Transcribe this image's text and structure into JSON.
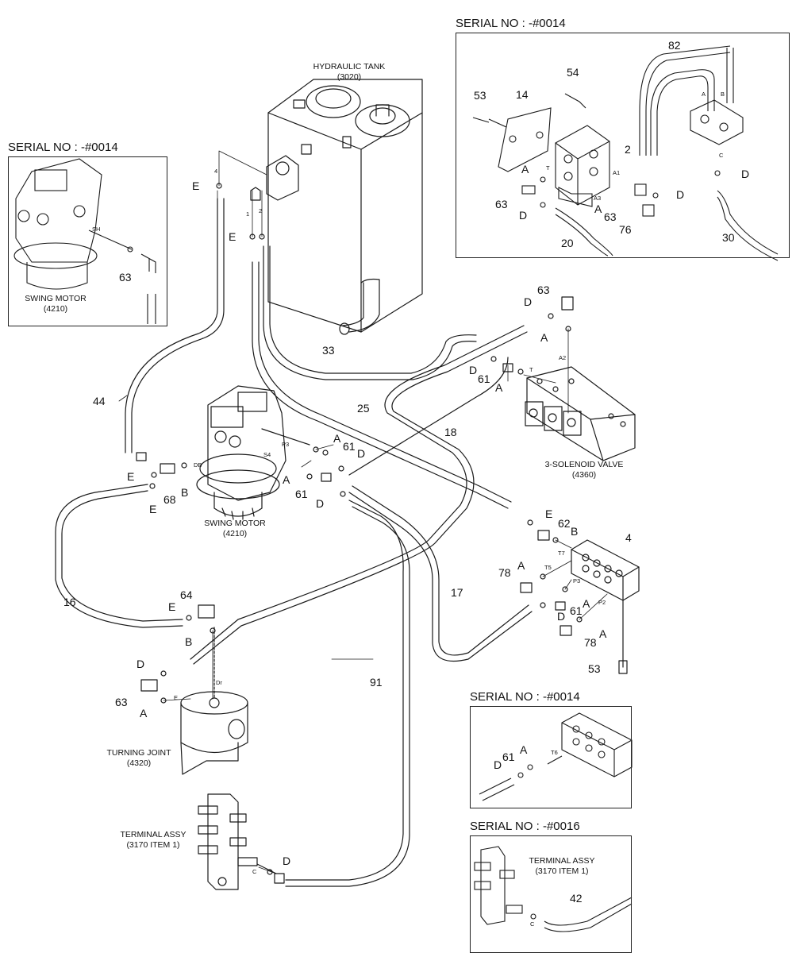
{
  "serial_labels": {
    "top_right": "SERIAL NO : -#0014",
    "top_left": "SERIAL NO : -#0014",
    "mid_right": "SERIAL NO : -#0014",
    "bottom_right": "SERIAL NO : -#0016"
  },
  "components": {
    "hydraulic_tank": {
      "name": "HYDRAULIC TANK",
      "code": "(3020)"
    },
    "swing_motor_inset": {
      "name": "SWING MOTOR",
      "code": "(4210)"
    },
    "swing_motor_main": {
      "name": "SWING MOTOR",
      "code": "(4210)"
    },
    "solenoid_valve": {
      "name": "3-SOLENOID VALVE",
      "code": "(4360)"
    },
    "turning_joint": {
      "name": "TURNING JOINT",
      "code": "(4320)"
    },
    "terminal_assy_main": {
      "name": "TERMINAL ASSY",
      "code": "(3170 ITEM 1)"
    },
    "terminal_assy_inset": {
      "name": "TERMINAL ASSY",
      "code": "(3170 ITEM 1)"
    }
  },
  "callouts": {
    "c82": "82",
    "c54": "54",
    "c53a": "53",
    "c14": "14",
    "c2": "2",
    "cA1": "A",
    "cA2": "A",
    "cD1": "D",
    "cD2": "D",
    "cD3": "D",
    "c63a": "63",
    "c63b": "63",
    "c76": "76",
    "c20": "20",
    "c30": "30",
    "cE1": "E",
    "cE2": "E",
    "c63c": "63",
    "c33": "33",
    "c44": "44",
    "c63d": "63",
    "cD4": "D",
    "cA3": "A",
    "cD5": "D",
    "c61a": "61",
    "cA4": "A",
    "c25": "25",
    "c18": "18",
    "cA5": "A",
    "c61b": "61",
    "cD6": "D",
    "cA6": "A",
    "c61c": "61",
    "cD7": "D",
    "cE3": "E",
    "cE4": "E",
    "c68": "68",
    "cB1": "B",
    "cE5": "E",
    "c62": "62",
    "cB2": "B",
    "c4": "4",
    "c16": "16",
    "c64": "64",
    "cE6": "E",
    "cB3": "B",
    "cA7": "A",
    "c78a": "78",
    "c17": "17",
    "cA8": "A",
    "c61d": "61",
    "cD8": "D",
    "cA9": "A",
    "c78b": "78",
    "c53b": "53",
    "cD9": "D",
    "c63e": "63",
    "cA10": "A",
    "c91": "91",
    "cA11": "A",
    "c61e": "61",
    "cD10": "D",
    "cD11": "D",
    "c42": "42"
  },
  "ports": {
    "p_sh": "SH",
    "p_a": "A",
    "p_b": "B",
    "p_c": "C",
    "p_t1": "T",
    "p_a1": "A1",
    "p_a3": "A3",
    "p_a2": "A2",
    "p_t2": "T",
    "p_4": "4",
    "p_1": "1",
    "p_2": "2",
    "p_p3": "P3",
    "p_s4": "S4",
    "p_db": "DB",
    "p_t7": "T7",
    "p_t5": "T5",
    "p_p3b": "P3",
    "p_p2": "P2",
    "p_dr": "Dr",
    "p_e": "E",
    "p_t6": "T6",
    "p_c2": "C",
    "p_c3": "C"
  }
}
